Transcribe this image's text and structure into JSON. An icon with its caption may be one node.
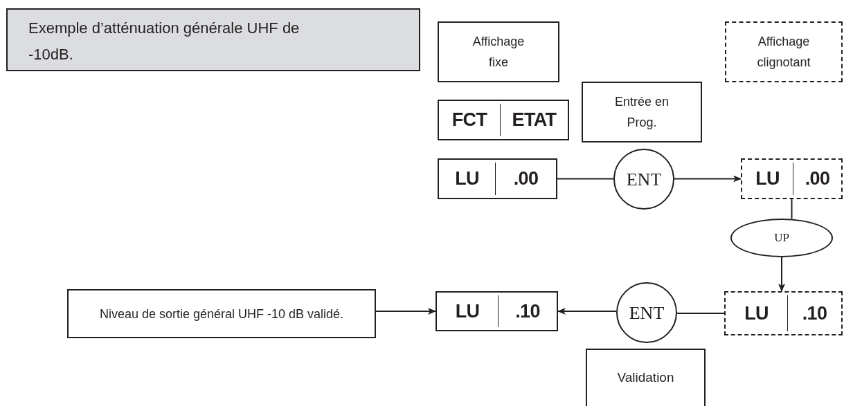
{
  "diagram": {
    "nodes": [
      {
        "text": [
          "Exemple d’atténuation générale UHF de -10dB."
        ]
      },
      {
        "text": [
          "Affichage fixe"
        ]
      },
      {
        "text": [
          "Affichage clignotant"
        ]
      },
      {
        "text": [
          "FCT",
          "ETAT"
        ]
      },
      {
        "text": [
          "Entrée en Prog."
        ]
      },
      {
        "text": [
          "LU",
          ".00"
        ]
      },
      {
        "text": [
          "ENT"
        ]
      },
      {
        "text": [
          "LU",
          ".00"
        ]
      },
      {
        "text": [
          "UP"
        ]
      },
      {
        "text": [
          "Niveau de sortie général UHF -10 dB validé."
        ]
      },
      {
        "text": [
          "LU",
          ".10"
        ]
      },
      {
        "text": [
          "ENT"
        ]
      },
      {
        "text": [
          "LU",
          ".10"
        ]
      },
      {
        "text": [
          "Validation"
        ]
      }
    ],
    "edges": [
      {
        "from": 5,
        "to": 6,
        "arrow": "none"
      },
      {
        "from": 6,
        "to": 7,
        "arrow": "to"
      },
      {
        "from": 7,
        "to": 8,
        "arrow": "none"
      },
      {
        "from": 8,
        "to": 12,
        "arrow": "to"
      },
      {
        "from": 12,
        "to": 11,
        "arrow": "none"
      },
      {
        "from": 11,
        "to": 10,
        "arrow": "to"
      },
      {
        "from": 9,
        "to": 10,
        "arrow": "to"
      }
    ]
  }
}
